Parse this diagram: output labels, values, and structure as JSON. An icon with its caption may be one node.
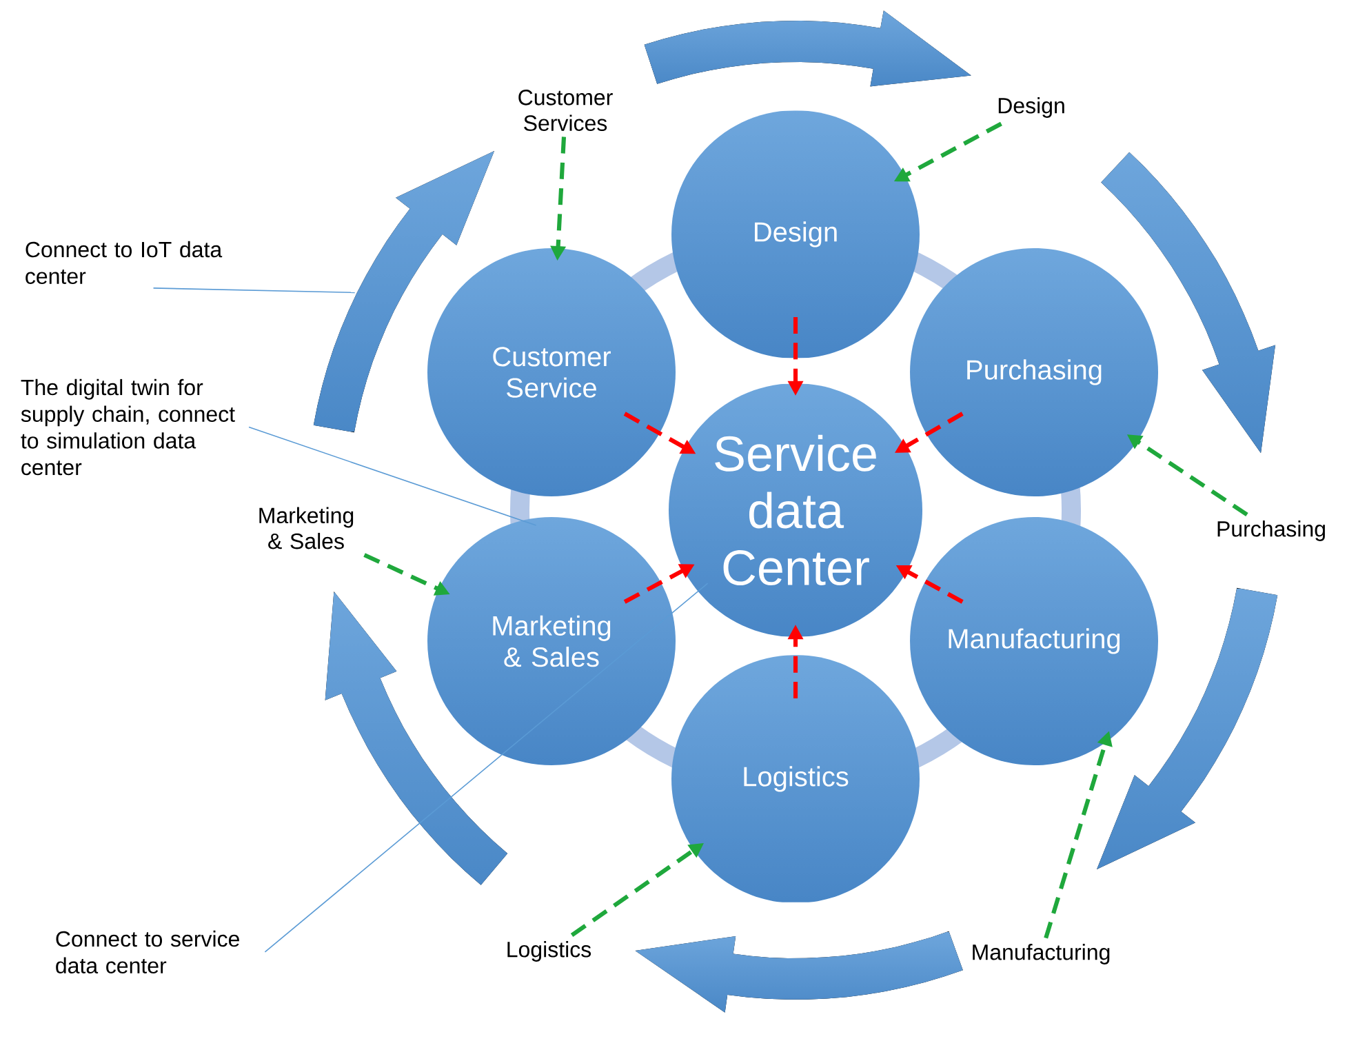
{
  "diagram": {
    "nodes": [
      {
        "text": [
          "Design"
        ]
      },
      {
        "text": [
          "Purchasing"
        ]
      },
      {
        "text": [
          "Manufacturing"
        ]
      },
      {
        "text": [
          "Logistics"
        ]
      },
      {
        "text": [
          "Marketing & Sales"
        ]
      },
      {
        "text": [
          "Customer Service"
        ]
      },
      {
        "text": [
          "Service data Center"
        ]
      },
      {
        "text": [
          "Customer Services"
        ]
      },
      {
        "text": [
          "Design"
        ]
      },
      {
        "text": [
          "Purchasing"
        ]
      },
      {
        "text": [
          "Manufacturing"
        ]
      },
      {
        "text": [
          "Logistics"
        ]
      },
      {
        "text": [
          "Marketing & Sales"
        ]
      },
      {
        "text": [
          "Connect to IoT data center"
        ]
      },
      {
        "text": [
          "The digital twin for supply chain, connect to simulation data center"
        ]
      },
      {
        "text": [
          "Connect to service data center"
        ]
      }
    ],
    "edges": [
      {
        "from": 0,
        "to": 6,
        "arrow": "to",
        "style": "dashed",
        "color": "#ff0000"
      },
      {
        "from": 1,
        "to": 6,
        "arrow": "to",
        "style": "dashed",
        "color": "#ff0000"
      },
      {
        "from": 2,
        "to": 6,
        "arrow": "to",
        "style": "dashed",
        "color": "#ff0000"
      },
      {
        "from": 3,
        "to": 6,
        "arrow": "to",
        "style": "dashed",
        "color": "#ff0000"
      },
      {
        "from": 4,
        "to": 6,
        "arrow": "to",
        "style": "dashed",
        "color": "#ff0000"
      },
      {
        "from": 5,
        "to": 6,
        "arrow": "to",
        "style": "dashed",
        "color": "#ff0000"
      },
      {
        "from": 7,
        "to": 5,
        "arrow": "to",
        "style": "dashed",
        "color": "#1fa83c"
      },
      {
        "from": 8,
        "to": 0,
        "arrow": "to",
        "style": "dashed",
        "color": "#1fa83c"
      },
      {
        "from": 9,
        "to": 1,
        "arrow": "to",
        "style": "dashed",
        "color": "#1fa83c"
      },
      {
        "from": 10,
        "to": 2,
        "arrow": "to",
        "style": "dashed",
        "color": "#1fa83c"
      },
      {
        "from": 11,
        "to": 3,
        "arrow": "to",
        "style": "dashed",
        "color": "#1fa83c"
      },
      {
        "from": 12,
        "to": 4,
        "arrow": "to",
        "style": "dashed",
        "color": "#1fa83c"
      },
      {
        "from": 13,
        "to": null,
        "arrow": "none",
        "color": "#5b9bd5"
      },
      {
        "from": 14,
        "to": null,
        "arrow": "none",
        "color": "#5b9bd5"
      },
      {
        "from": 15,
        "to": 6,
        "arrow": "none",
        "color": "#5b9bd5"
      }
    ]
  }
}
